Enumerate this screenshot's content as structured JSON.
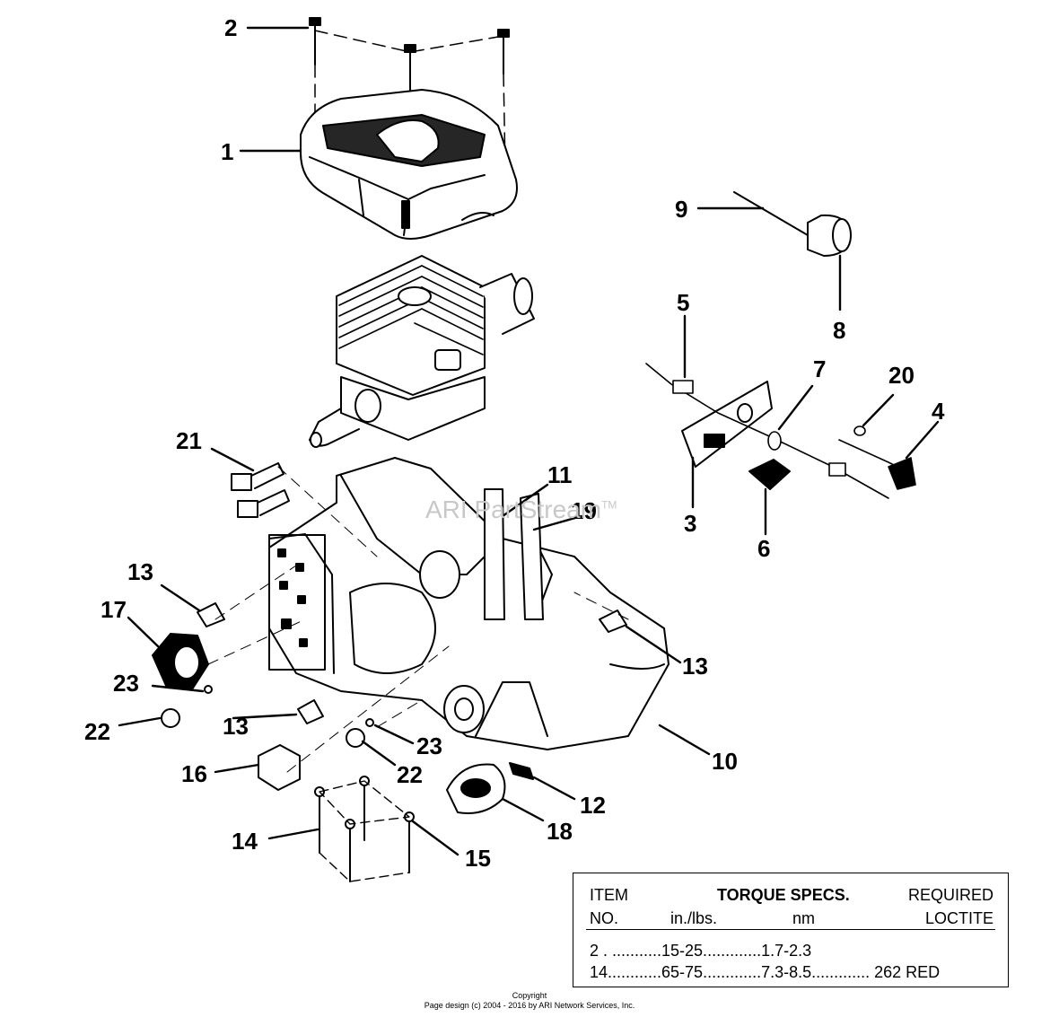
{
  "diagram": {
    "callouts": [
      {
        "id": "c2a",
        "text": "2"
      },
      {
        "id": "c1",
        "text": "1"
      },
      {
        "id": "c9",
        "text": "9"
      },
      {
        "id": "c8",
        "text": "8"
      },
      {
        "id": "c5",
        "text": "5"
      },
      {
        "id": "c7",
        "text": "7"
      },
      {
        "id": "c20",
        "text": "20"
      },
      {
        "id": "c4",
        "text": "4"
      },
      {
        "id": "c3",
        "text": "3"
      },
      {
        "id": "c6",
        "text": "6"
      },
      {
        "id": "c21",
        "text": "21"
      },
      {
        "id": "c11",
        "text": "11"
      },
      {
        "id": "c19",
        "text": "19"
      },
      {
        "id": "c13a",
        "text": "13"
      },
      {
        "id": "c17",
        "text": "17"
      },
      {
        "id": "c13b",
        "text": "13"
      },
      {
        "id": "c23a",
        "text": "23"
      },
      {
        "id": "c22a",
        "text": "22"
      },
      {
        "id": "c13c",
        "text": "13"
      },
      {
        "id": "c23b",
        "text": "23"
      },
      {
        "id": "c10",
        "text": "10"
      },
      {
        "id": "c16",
        "text": "16"
      },
      {
        "id": "c22b",
        "text": "22"
      },
      {
        "id": "c12",
        "text": "12"
      },
      {
        "id": "c18",
        "text": "18"
      },
      {
        "id": "c14",
        "text": "14"
      },
      {
        "id": "c15",
        "text": "15"
      }
    ],
    "watermark": "ARI PartStream",
    "watermark_tm": "TM"
  },
  "torque_table": {
    "col_item_line1": "ITEM",
    "col_item_line2": "NO.",
    "col_torque_title": "TORQUE SPECS.",
    "col_inlbs": "in./lbs.",
    "col_nm": "nm",
    "col_required_line1": "REQUIRED",
    "col_required_line2": "LOCTITE",
    "rows": [
      {
        "text": "2 . ...........15-25.............1.7-2.3"
      },
      {
        "text": "14............65-75.............7.3-8.5............. 262 RED"
      }
    ]
  },
  "footer": {
    "copyright_line1": "Copyright",
    "copyright_line2": "Page design (c) 2004 - 2016 by ARI Network Services, Inc."
  }
}
